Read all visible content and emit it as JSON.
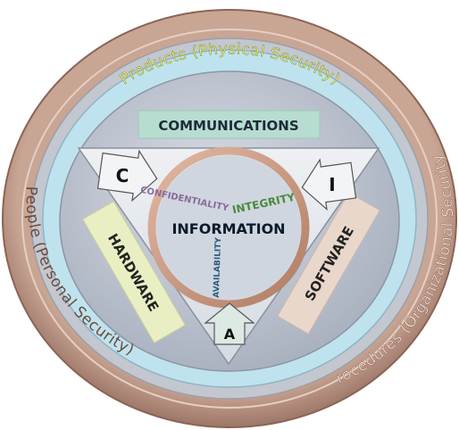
{
  "layers": {
    "products": "Products (Physical Security)",
    "people": "People (Personal Security)",
    "procedures": "Procedures (Organizational Security)"
  },
  "components": {
    "communications": "COMMUNICATIONS",
    "hardware": "HARDWARE",
    "software": "SOFTWARE"
  },
  "center": {
    "label": "INFORMATION"
  },
  "properties": {
    "confidentiality": "CONFIDENTIALITY",
    "integrity": "INTEGRITY",
    "availability": "AVAILABILITY"
  },
  "arrows": {
    "c": "C",
    "i": "I",
    "a": "A"
  },
  "colors": {
    "outer_ring": "#c6a08f",
    "outer_ring_dark": "#8f6a5a",
    "light_blue_ring": "#bfe3ee",
    "inner_disc": "#b7bfcc",
    "triangle": "#e6e9ee",
    "communications_box": "#b7ddd0",
    "hardware_box": "#e9efc2",
    "software_box": "#e9d7cc",
    "info_ring": "#c99a82",
    "products_text": "#e6f07a",
    "people_text": "#6e4a3e",
    "procedures_text": "#f0e4dc",
    "integrity_text": "#4a8a3a",
    "confidentiality_text": "#8a6a9c",
    "availability_text": "#2a5a7a"
  }
}
